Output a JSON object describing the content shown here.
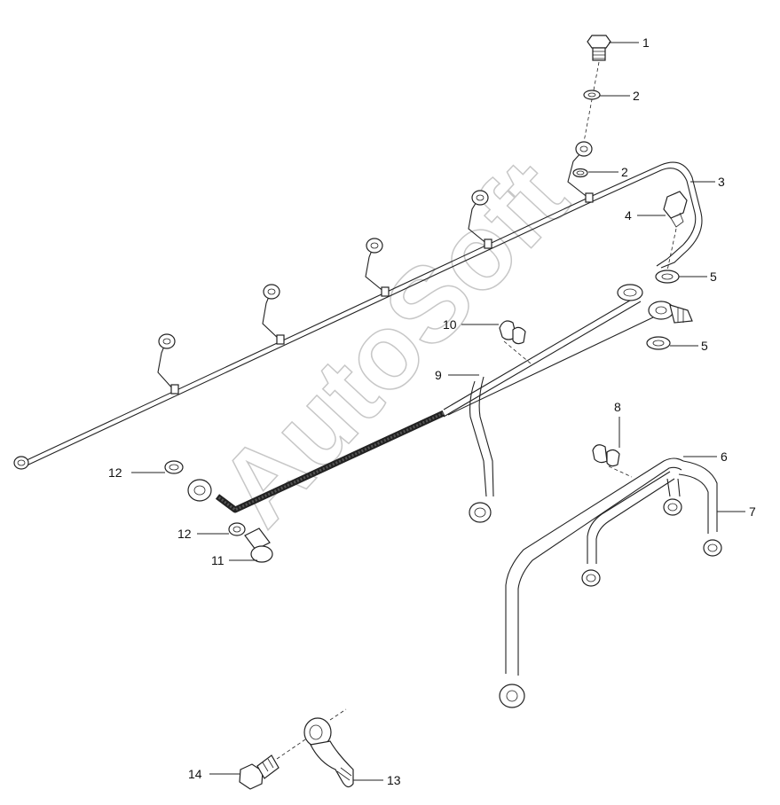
{
  "watermark": "AutoSoft",
  "callouts": [
    "1",
    "2",
    "2",
    "3",
    "4",
    "5",
    "5",
    "6",
    "7",
    "8",
    "9",
    "10",
    "11",
    "12",
    "12",
    "13",
    "14"
  ]
}
